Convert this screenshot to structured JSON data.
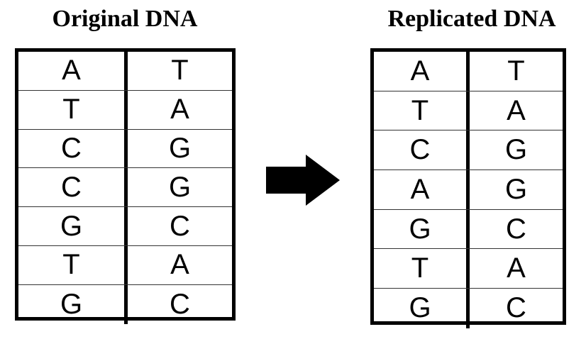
{
  "original": {
    "title": "Original DNA",
    "pairs": [
      [
        "A",
        "T"
      ],
      [
        "T",
        "A"
      ],
      [
        "C",
        "G"
      ],
      [
        "C",
        "G"
      ],
      [
        "G",
        "C"
      ],
      [
        "T",
        "A"
      ],
      [
        "G",
        "C"
      ]
    ]
  },
  "replicated": {
    "title": "Replicated DNA",
    "pairs": [
      [
        "A",
        "T"
      ],
      [
        "T",
        "A"
      ],
      [
        "C",
        "G"
      ],
      [
        "A",
        "G"
      ],
      [
        "G",
        "C"
      ],
      [
        "T",
        "A"
      ],
      [
        "G",
        "C"
      ]
    ]
  },
  "arrow_icon": "right-arrow-icon"
}
